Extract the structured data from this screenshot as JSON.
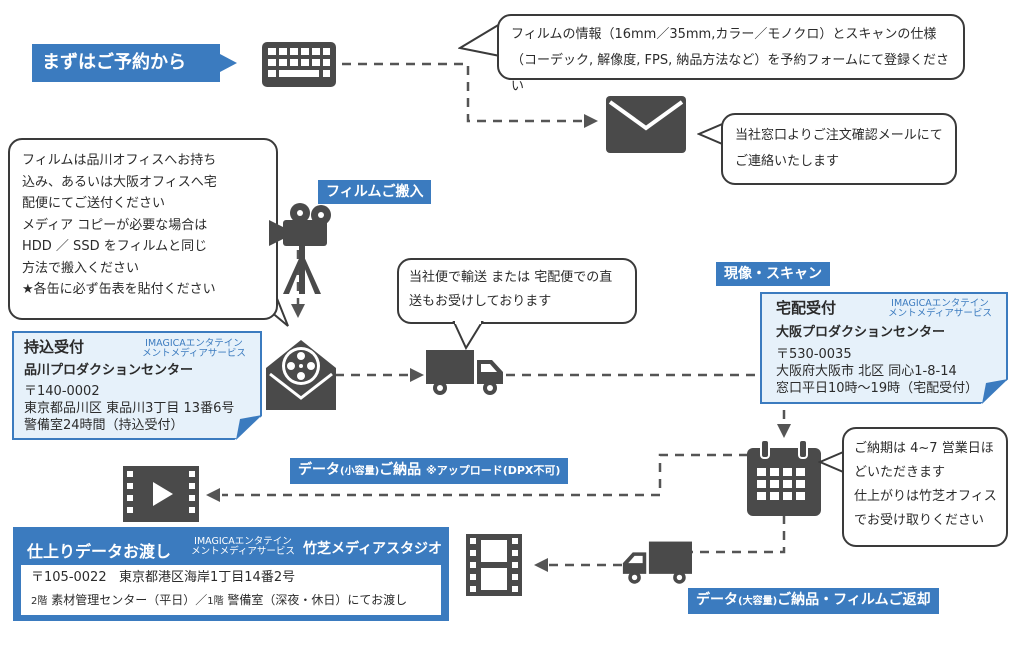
{
  "headline": "まずはご予約から",
  "bubble_reserve": "フィルムの情報（16mm／35mm,カラー／モノクロ）とスキャンの仕様（コーデック, 解像度, FPS, 納品方法など）を予約フォームにて登録ください",
  "bubble_email": "当社窓口よりご注文確認メールにてご連絡いたします",
  "bubble_film": [
    "フィルムは品川オフィスへお持ち",
    "込み、あるいは大阪オフィスへ宅",
    "配便にてご送付ください",
    "メディア コピーが必要な場合は",
    "HDD ／ SSD をフィルムと同じ",
    "方法で搬入ください",
    "★各缶に必ず缶表を貼付ください"
  ],
  "bubble_ship": "当社便で輸送 または 宅配便での直送もお受けしております",
  "bubble_delivery": [
    "ご納期は 4~7 営業日ほ",
    "どいただきます",
    "仕上がりは竹芝オフィス",
    "でお受け取りください"
  ],
  "labels": {
    "film_intake": "フィルムご搬入",
    "develop_scan": "現像・スキャン",
    "data_small_a": "データ",
    "data_small_b": "(小容量)",
    "data_small_c": "ご納品",
    "data_small_note": "※アップロード(DPX不可)",
    "data_large_a": "データ",
    "data_large_b": "(大容量)",
    "data_large_c": "ご納品・フィルムご返却"
  },
  "shinagawa": {
    "title": "持込受付",
    "brand_l1": "IMAGICAエンタテイン",
    "brand_l2": "メントメディアサービス",
    "name": "品川プロダクションセンター",
    "zip": "〒140-0002",
    "address": "東京都品川区 東品川3丁目 13番6号",
    "hours": "警備室24時間（持込受付）"
  },
  "osaka": {
    "title": "宅配受付",
    "brand_l1": "IMAGICAエンタテイン",
    "brand_l2": "メントメディアサービス",
    "name": "大阪プロダクションセンター",
    "zip": "〒530-0035",
    "address": "大阪府大阪市 北区 同心1-8-14",
    "hours": "窓口平日10時～19時（宅配受付）"
  },
  "takeshiba": {
    "title": "仕上りデータお渡し",
    "brand_l1": "IMAGICAエンタテイン",
    "brand_l2": "メントメディアサービス",
    "studio": "竹芝メディアスタジオ",
    "zip": "〒105-0022",
    "address": "東京都港区海岸1丁目14番2号",
    "floor2": "2階",
    "place1": "素材管理センター（平日）／",
    "floor1": "1階",
    "place2": "警備室（深夜・休日）にてお渡し"
  },
  "colors": {
    "accent": "#3b7bbf",
    "icon": "#4a4a4a",
    "note_bg": "#e6f1fa"
  },
  "icons": [
    "keyboard-icon",
    "envelope-icon",
    "movie-camera-icon",
    "film-reel-envelope-icon",
    "truck-icon",
    "calendar-icon",
    "play-video-icon",
    "filmstrip-icon"
  ]
}
